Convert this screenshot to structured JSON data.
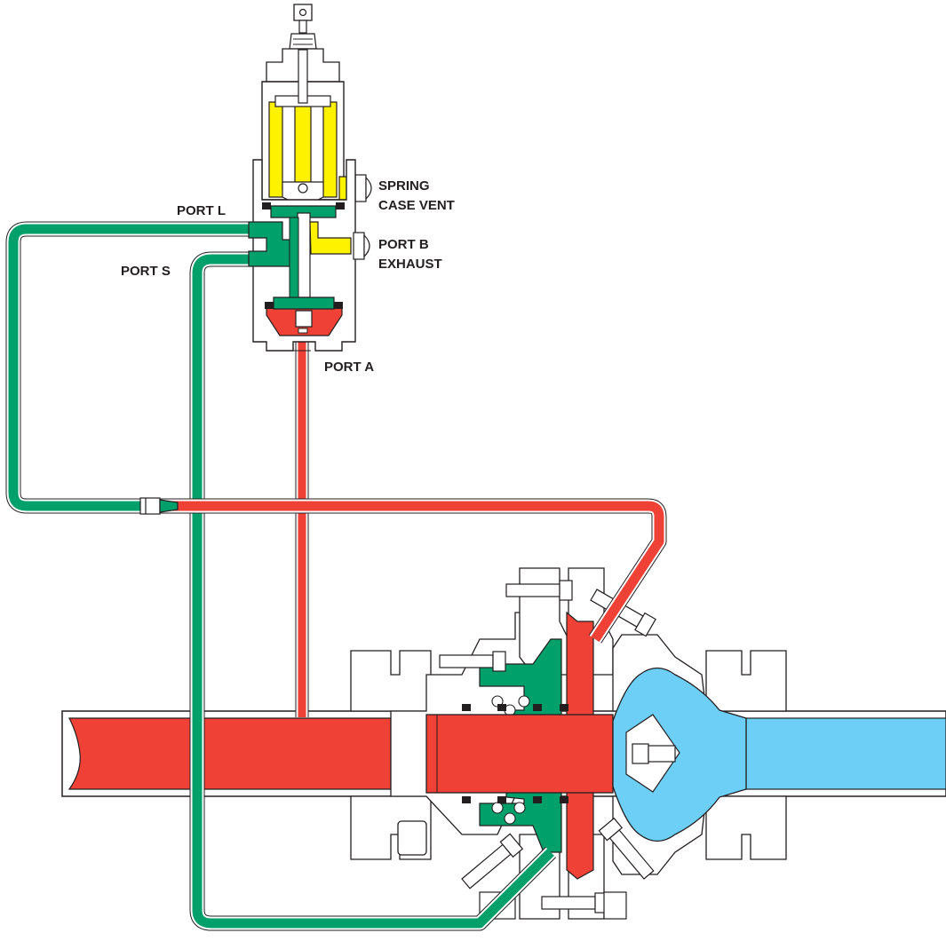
{
  "labels": {
    "port_l": "PORT L",
    "port_s": "PORT S",
    "spring_case_vent_1": "SPRING",
    "spring_case_vent_2": "CASE VENT",
    "port_b_1": "PORT B",
    "port_b_2": "EXHAUST",
    "port_a": "PORT A"
  },
  "colors": {
    "inlet_pressure": "#ef4135",
    "outlet_pressure": "#6dcff6",
    "loading_pressure": "#00a06b",
    "spring_case": "#fff200",
    "metal": "#ffffff",
    "outline": "#231f20"
  }
}
